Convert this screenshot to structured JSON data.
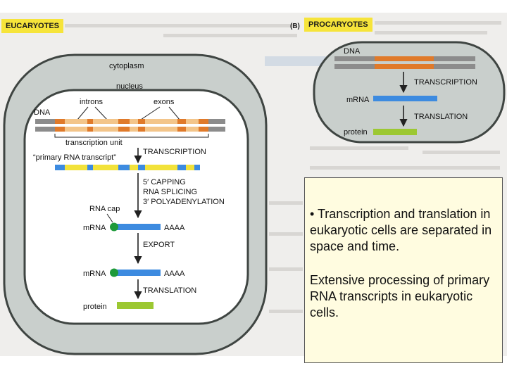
{
  "panel_a": {
    "header": "EUCARYOTES",
    "cytoplasm": "cytoplasm",
    "nucleus": "nucleus",
    "introns": "introns",
    "exons": "exons",
    "dna": "DNA",
    "transcription_unit": "transcription unit",
    "primary_transcript": "“primary RNA transcript”",
    "transcription": "TRANSCRIPTION",
    "capping": "5′ CAPPING",
    "splicing": "RNA SPLICING",
    "polyadenylation": "3′ POLYADENYLATION",
    "rna_cap": "RNA cap",
    "mrna_nuclear": "mRNA",
    "poly_a_1": "AAAA",
    "export": "EXPORT",
    "mrna_cytoplasmic": "mRNA",
    "poly_a_2": "AAAA",
    "translation": "TRANSLATION",
    "protein": "protein"
  },
  "panel_b": {
    "letter": "(B)",
    "header": "PROCARYOTES",
    "dna": "DNA",
    "transcription": "TRANSCRIPTION",
    "mrna": "mRNA",
    "translation": "TRANSLATION",
    "protein": "protein"
  },
  "textbox": {
    "paragraph_1": "• Transcription and translation in eukaryotic cells are separated in space and time.",
    "paragraph_2": "Extensive processing of primary RNA transcripts in eukaryotic cells."
  },
  "colors": {
    "cell_fill": "#c9cfcc",
    "cell_border": "#3f4542",
    "dna_gray": "#8c8c8c",
    "exon_orange": "#e07a2a",
    "intron_tan": "#f3c58a",
    "mrna_blue": "#3d8be0",
    "intron_yellow": "#f2e23a",
    "cap_green": "#1e9a3a",
    "protein_green": "#9cc832",
    "header_yellow": "#f6e43a",
    "textbox_bg": "#fffce0"
  }
}
